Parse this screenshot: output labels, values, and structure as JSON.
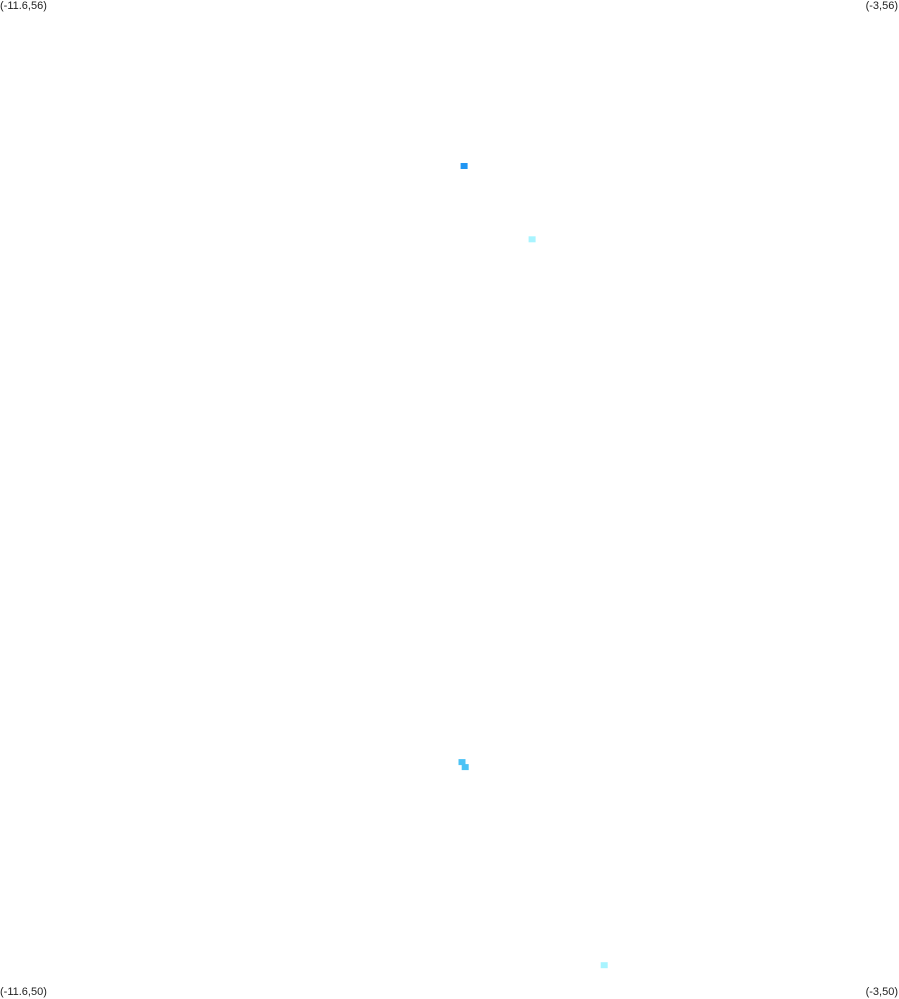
{
  "corners": {
    "top_left": "(-11.6,56)",
    "top_right": "(-3,56)",
    "bottom_left": "(-11.6,50)",
    "bottom_right": "(-3,50)"
  },
  "chart_data": {
    "type": "scatter",
    "xlim": [
      -11.6,
      -3
    ],
    "ylim": [
      50,
      56
    ],
    "grid": false,
    "points": [
      {
        "x": -7.16,
        "y": 55.0,
        "color": "#2196f3"
      },
      {
        "x": -6.51,
        "y": 54.56,
        "color": "#a8f4ff"
      },
      {
        "x": -7.18,
        "y": 51.42,
        "color": "#4cc3f5"
      },
      {
        "x": -7.15,
        "y": 51.39,
        "color": "#4cc3f5"
      },
      {
        "x": -5.82,
        "y": 50.2,
        "color": "#a8f4ff"
      }
    ]
  }
}
